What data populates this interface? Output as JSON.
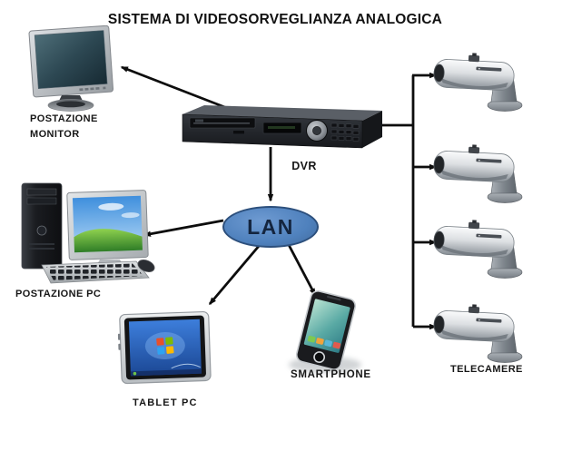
{
  "diagram": {
    "title": "SISTEMA DI VIDEOSORVEGLIANZA ANALOGICA",
    "background_color": "#ffffff",
    "arrow_color": "#0d0d0d"
  },
  "nodes": {
    "monitor": {
      "label": "POSTAZIONE MONITOR",
      "label_line1": "POSTAZIONE",
      "label_line2": "MONITOR",
      "type": "monitor"
    },
    "dvr": {
      "label": "DVR",
      "type": "dvr-recorder"
    },
    "lan": {
      "label": "LAN",
      "type": "network-cloud",
      "fill": "#4f81bd",
      "border": "#2c4f7c",
      "text_color": "#14253f"
    },
    "pc": {
      "label": "POSTAZIONE PC",
      "type": "desktop-computer"
    },
    "tablet": {
      "label": "TABLET PC",
      "type": "tablet"
    },
    "smartphone": {
      "label": "SMARTPHONE",
      "type": "smartphone"
    },
    "cameras": {
      "label": "TELECAMERE",
      "type": "cctv-camera",
      "count": 4
    }
  },
  "connections": [
    {
      "from": "DVR",
      "to": "POSTAZIONE MONITOR",
      "arrowhead": "at-target"
    },
    {
      "from": "DVR",
      "to": "LAN",
      "arrowhead": "at-target"
    },
    {
      "from": "LAN",
      "to": "POSTAZIONE PC",
      "arrowhead": "at-target"
    },
    {
      "from": "LAN",
      "to": "TABLET PC",
      "arrowhead": "at-target"
    },
    {
      "from": "LAN",
      "to": "SMARTPHONE",
      "arrowhead": "at-target"
    },
    {
      "from": "DVR",
      "to": "TELECAMERA 1",
      "arrowhead": "at-target"
    },
    {
      "from": "DVR",
      "to": "TELECAMERA 2",
      "arrowhead": "at-target"
    },
    {
      "from": "DVR",
      "to": "TELECAMERA 3",
      "arrowhead": "at-target"
    },
    {
      "from": "DVR",
      "to": "TELECAMERA 4",
      "arrowhead": "at-target"
    }
  ]
}
